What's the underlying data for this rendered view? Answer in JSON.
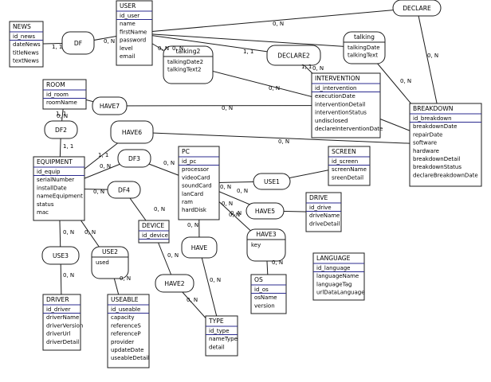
{
  "entities": [
    {
      "id": "news",
      "name": "NEWS",
      "attrs": [
        "id_news",
        "dateNews",
        "titleNews",
        "textNews"
      ]
    },
    {
      "id": "user",
      "name": "USER",
      "attrs": [
        "id_user",
        "name",
        "firstName",
        "password",
        "level",
        "email"
      ]
    },
    {
      "id": "intervention",
      "name": "INTERVENTION",
      "attrs": [
        "id_intervention",
        "executionDate",
        "interventionDetail",
        "interventionStatus",
        "undisclosed",
        "declareInterventionDate"
      ]
    },
    {
      "id": "breakdown",
      "name": "BREAKDOWN",
      "attrs": [
        "id_breakdown",
        "breakdownDate",
        "repairDate",
        "software",
        "hardware",
        "breakdownDetail",
        "breakdownStatus",
        "declareBreakdownDate"
      ]
    },
    {
      "id": "room",
      "name": "ROOM",
      "attrs": [
        "id_room",
        "roomName"
      ]
    },
    {
      "id": "equipment",
      "name": "EQUIPMENT",
      "attrs": [
        "id_equip",
        "serialNumber",
        "installDate",
        "nameEquipment",
        "status",
        "mac"
      ]
    },
    {
      "id": "pc",
      "name": "PC",
      "attrs": [
        "id_pc",
        "processor",
        "videoCard",
        "soundCard",
        "lanCard",
        "ram",
        "hardDisk"
      ]
    },
    {
      "id": "screen",
      "name": "SCREEN",
      "attrs": [
        "id_screen",
        "screenName",
        "sreenDetail"
      ]
    },
    {
      "id": "drive",
      "name": "DRIVE",
      "attrs": [
        "id_drive",
        "driveName",
        "driveDetail"
      ]
    },
    {
      "id": "device",
      "name": "DEVICE",
      "attrs": [
        "id_device"
      ]
    },
    {
      "id": "os",
      "name": "OS",
      "attrs": [
        "id_os",
        "osName",
        "version"
      ]
    },
    {
      "id": "language",
      "name": "LANGUAGE",
      "attrs": [
        "id_language",
        "languageName",
        "languageTag",
        "urlDataLanguage"
      ]
    },
    {
      "id": "driver",
      "name": "DRIVER",
      "attrs": [
        "id_driver",
        "driverName",
        "driverVersion",
        "driverUrl",
        "driverDetail"
      ]
    },
    {
      "id": "useable",
      "name": "USEABLE",
      "attrs": [
        "id_useable",
        "capacity",
        "referenceS",
        "referenceP",
        "provider",
        "updateDate",
        "useableDetail"
      ]
    },
    {
      "id": "type",
      "name": "TYPE",
      "attrs": [
        "id_type",
        "nameType",
        "detail"
      ]
    }
  ],
  "relations": [
    {
      "id": "df",
      "name": "DF",
      "attrs": []
    },
    {
      "id": "declare",
      "name": "DECLARE",
      "attrs": []
    },
    {
      "id": "talking",
      "name": "talking",
      "attrs": [
        "talkingDate",
        "talkingText"
      ]
    },
    {
      "id": "talking2",
      "name": "talking2",
      "attrs": [
        "talkingDate2",
        "talkingText2"
      ]
    },
    {
      "id": "declare2",
      "name": "DECLARE2",
      "attrs": []
    },
    {
      "id": "have7",
      "name": "HAVE7",
      "attrs": []
    },
    {
      "id": "df2",
      "name": "DF2",
      "attrs": []
    },
    {
      "id": "have6",
      "name": "HAVE6",
      "attrs": []
    },
    {
      "id": "df3",
      "name": "DF3",
      "attrs": []
    },
    {
      "id": "df4",
      "name": "DF4",
      "attrs": []
    },
    {
      "id": "use1",
      "name": "USE1",
      "attrs": []
    },
    {
      "id": "have5",
      "name": "HAVE5",
      "attrs": []
    },
    {
      "id": "have3",
      "name": "HAVE3",
      "attrs": [
        "key"
      ]
    },
    {
      "id": "have",
      "name": "HAVE",
      "attrs": []
    },
    {
      "id": "use3",
      "name": "USE3",
      "attrs": []
    },
    {
      "id": "use2",
      "name": "USE2",
      "attrs": [
        "used"
      ]
    },
    {
      "id": "have2",
      "name": "HAVE2",
      "attrs": []
    }
  ],
  "cardinalities": [
    "1, 1",
    "0, N",
    "0, N",
    "0, N",
    "0, N",
    "1, 1",
    "0, N",
    "0, N",
    "0, N",
    "1, 1",
    "0, N",
    "1, 1",
    "0, N",
    "1, 1",
    "0, N",
    "1, 1",
    "0, N",
    "0, N",
    "0, N",
    "0, N",
    "0, N",
    "0, N",
    "0, N",
    "0, N",
    "0, N",
    "0, N",
    "0, N",
    "0, N",
    "0, N",
    "0, N",
    "0, N",
    "0, N",
    "0, N",
    "0, N",
    "0, N"
  ]
}
